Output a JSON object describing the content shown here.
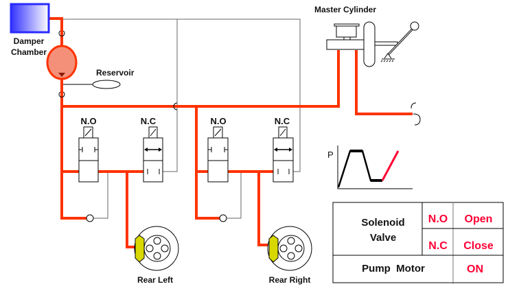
{
  "labels": {
    "damper_line1": "Damper",
    "damper_line2": "Chamber",
    "reservoir": "Reservoir",
    "master_cylinder": "Master Cylinder",
    "valve_left_no": "N.O",
    "valve_left_nc": "N.C",
    "valve_right_no": "N.O",
    "valve_right_nc": "N.C",
    "rear_left": "Rear Left",
    "rear_right": "Rear Right",
    "pressure_axis": "P"
  },
  "table": {
    "solenoid_line1": "Solenoid",
    "solenoid_line2": "Valve",
    "no_label": "N.O",
    "no_state": "Open",
    "nc_label": "N.C",
    "nc_state": "Close",
    "pump_label": "Pump  Motor",
    "pump_state": "ON"
  },
  "colors": {
    "pipe": "#ff3300",
    "state_text": "#ff0033",
    "damper": "#2b2bff",
    "pump": "#f4907a",
    "caliper": "#d8d800"
  }
}
